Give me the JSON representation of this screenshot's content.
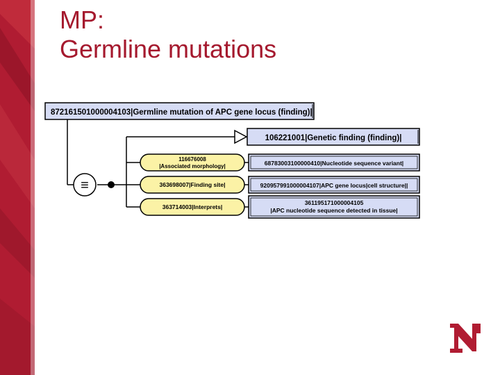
{
  "slide": {
    "title_line1": "MP:",
    "title_line2": "Germline mutations"
  },
  "diagram": {
    "root": "872161501000004103|Germline mutation of APC gene locus (finding)|",
    "parent": "106221001|Genetic finding (finding)|",
    "group_symbol": "≡",
    "attributes": [
      {
        "name_line1": "116676008",
        "name_line2": "|Associated morphology|",
        "value_line1": "68783003100000410|Nucleotide  sequence  variant|",
        "value_line2": ""
      },
      {
        "name_line1": "363698007|Finding site|",
        "name_line2": "",
        "value_line1": "920957991000004107|APC gene locus|cell structure||",
        "value_line2": ""
      },
      {
        "name_line1": "363714003|Interprets|",
        "name_line2": "",
        "value_line1": "361195171000004105",
        "value_line2": "|APC nucleotide sequence detected in tissue|"
      }
    ]
  },
  "colors": {
    "brand_red": "#a5192e",
    "concept_fill": "#d6dcf5",
    "attribute_fill": "#fbf2a6"
  },
  "logo": {
    "icon": "university-n-logo-icon"
  }
}
